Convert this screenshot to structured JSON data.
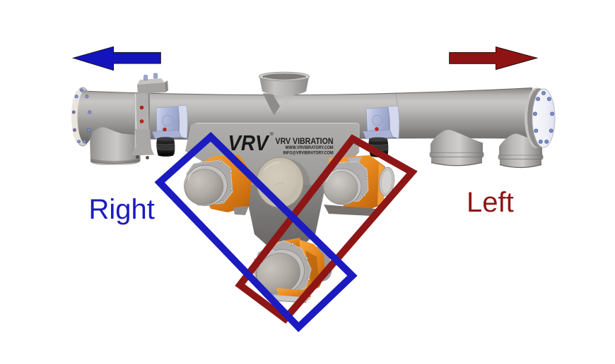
{
  "figure": {
    "kind": "annotated-product-render",
    "background": "#ffffff",
    "subject": "VRV twin-mass vibrating tube conveyor with three unbalance motors and rotation-direction annotations"
  },
  "branding": {
    "logo_mark": "VRV",
    "registered_symbol": "®",
    "company_title": "VRV VIBRATION",
    "website": "WWW.VRVIBRATORY.COM",
    "email": "INFO@VRVIBRATORY.COM"
  },
  "annotations": {
    "right_label": {
      "text": "Right",
      "color": "#1b1bc0"
    },
    "left_label": {
      "text": "Left",
      "color": "#8e1616"
    },
    "blue_arrow": {
      "direction": "left",
      "color": "#1414be"
    },
    "red_arrow": {
      "direction": "right",
      "color": "#8e1414"
    },
    "blue_frame": {
      "encloses": "upper-left and bottom motors",
      "color": "#1b1bc0"
    },
    "red_frame": {
      "encloses": "upper-right and bottom motors",
      "color": "#8e1616"
    }
  },
  "colors": {
    "blue": "#1b1bc0",
    "red": "#8e1616",
    "arrow_blue": "#1414be",
    "arrow_red": "#8e1414",
    "machine_gray": "#a8a6a4",
    "motor_orange": "#e8891e",
    "disc_cream": "#d2cbbc",
    "mount_periwinkle": "#b2bbdc",
    "buffer_black": "#1a1a1a",
    "logo_black": "#1a1a1a"
  }
}
